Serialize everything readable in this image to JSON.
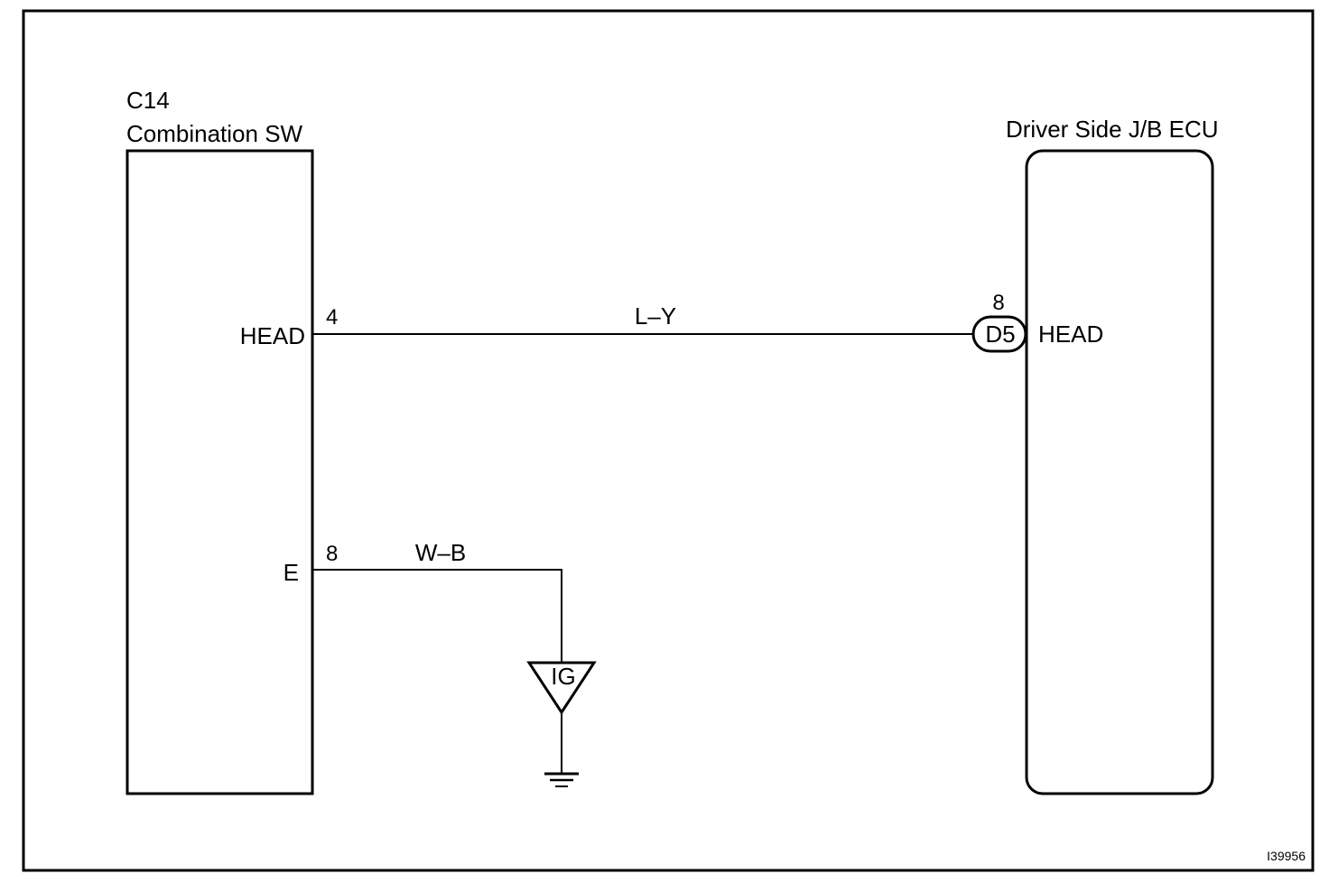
{
  "frame": {
    "stroke_color": "#000000",
    "background": "#ffffff"
  },
  "left_component": {
    "id": "C14",
    "name": "Combination SW",
    "pins": [
      {
        "terminal": "HEAD",
        "pin": "4"
      },
      {
        "terminal": "E",
        "pin": "8"
      }
    ]
  },
  "right_component": {
    "name": "Driver Side J/B ECU",
    "pins": [
      {
        "terminal": "HEAD",
        "pin": "8",
        "connector": "D5"
      }
    ]
  },
  "wires": [
    {
      "color_code": "L–Y",
      "from": "C14 HEAD",
      "to": "D5 HEAD"
    },
    {
      "color_code": "W–B",
      "from": "C14 E",
      "to": "IG"
    }
  ],
  "ground": {
    "label": "IG"
  },
  "figure_id": "I39956"
}
